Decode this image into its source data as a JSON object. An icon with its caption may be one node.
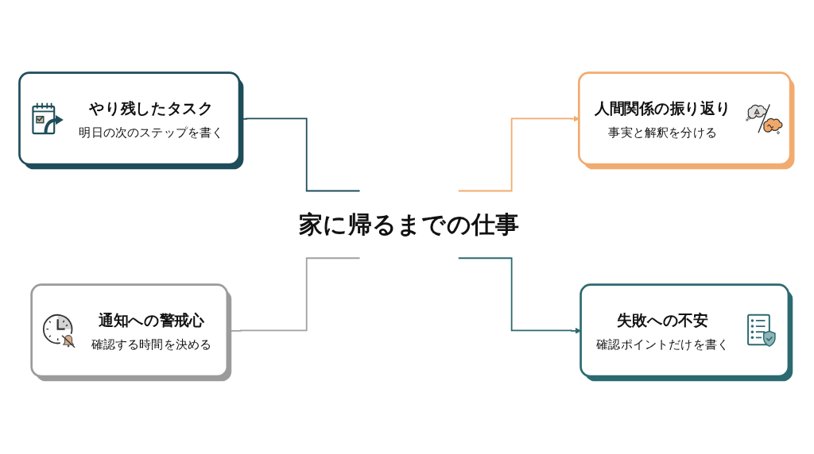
{
  "diagram": {
    "nodes": [
      {
        "text": [
          "やり残したタスク",
          "明日の次のステップを書く"
        ]
      },
      {
        "text": [
          "人間関係の振り返り",
          "事実と解釈を分ける"
        ]
      },
      {
        "text": [
          "家に帰るまでの仕事"
        ]
      },
      {
        "text": [
          "通知への警戒心",
          "確認する時間を決める"
        ]
      },
      {
        "text": [
          "失敗への不安",
          "確認ポイントだけを書く"
        ]
      }
    ],
    "edges": [
      {
        "from": 0,
        "to": 2,
        "arrow": "none",
        "color": "#1e4d5a"
      },
      {
        "from": 2,
        "to": 1,
        "arrow": "to",
        "color": "#f2ab6f"
      },
      {
        "from": 3,
        "to": 2,
        "arrow": "none",
        "color": "#a0a0a0"
      },
      {
        "from": 2,
        "to": 4,
        "arrow": "to",
        "color": "#2b6a70"
      }
    ]
  }
}
